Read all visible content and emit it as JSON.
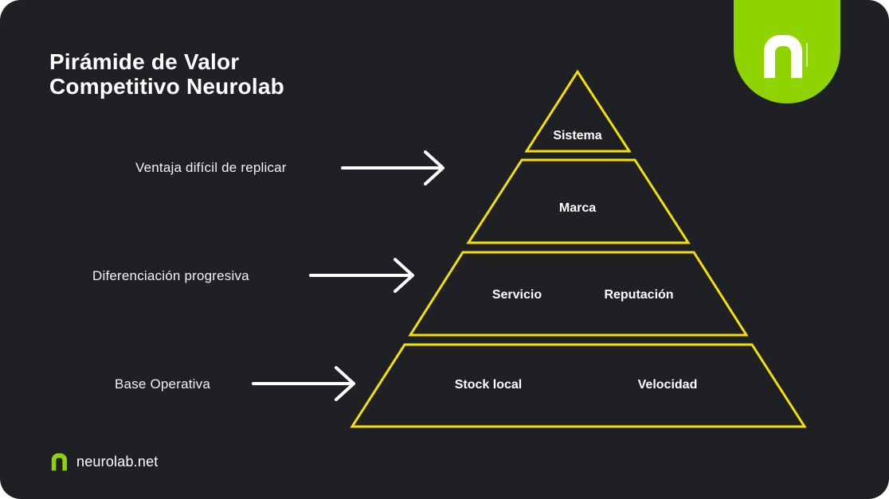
{
  "title": {
    "line1": "Pirámide de Valor",
    "line2": "Competitivo Neurolab"
  },
  "side_labels": {
    "top": "Ventaja difícil de replicar",
    "middle": "Diferenciación progresiva",
    "bottom": "Base Operativa"
  },
  "pyramid": {
    "tier1": [
      "Sistema"
    ],
    "tier2": [
      "Marca"
    ],
    "tier3": [
      "Servicio",
      "Reputación"
    ],
    "tier4": [
      "Stock local",
      "Velocidad"
    ]
  },
  "footer": {
    "website": "neurolab.net"
  },
  "colors": {
    "background": "#1e2023",
    "pyramid_outline": "#f5e000",
    "brand_green": "#8fd400",
    "text": "#ffffff"
  },
  "icons": {
    "arrow": "arrow-right-icon",
    "logo": "neurolab-n-logo"
  }
}
